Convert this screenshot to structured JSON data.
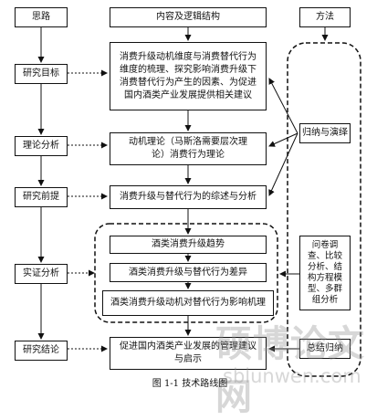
{
  "header": {
    "left": "思路",
    "middle": "内容及逻辑结构",
    "right": "方法"
  },
  "steps": [
    "研究目标",
    "理论分析",
    "研究前提",
    "实证分析",
    "研究结论"
  ],
  "content": {
    "goal": "消费升级动机维度与消费替代行为维度的梳理、探究影响消费升级下消费替代行为产生的因素、为促进国内酒类产业发展提供相关建议",
    "theory": "动机理论（马斯洛需要层次理论）消费行为理论",
    "premise": "消费升级与替代行为的综述与分析",
    "empirical": [
      "酒类消费升级趋势",
      "酒类消费升级与替代行为差异",
      "酒类消费升级动机对替代行为影响机理"
    ],
    "conclusion": "促进国内酒类产业发展的管理建议与启示"
  },
  "methods": {
    "induction": "归纳与演绎",
    "empirical_methods": "问卷调查、比较分析、结构方程模型、多群组分析",
    "summary": "总结归纳"
  },
  "caption": "图 1-1 技术路线图",
  "watermark": {
    "cn": "硕博论文网",
    "url": "sblunwen.com"
  }
}
